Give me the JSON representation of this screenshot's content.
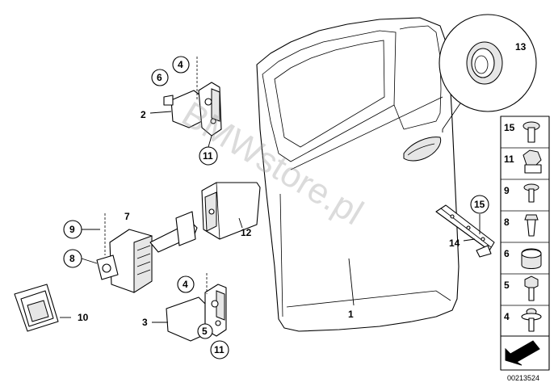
{
  "diagram": {
    "callouts": {
      "c1": "1",
      "c2": "2",
      "c3": "3",
      "c4a": "4",
      "c4b": "4",
      "c5": "5",
      "c6": "6",
      "c7": "7",
      "c8": "8",
      "c9": "9",
      "c10": "10",
      "c11a": "11",
      "c11b": "11",
      "c12": "12",
      "c13": "13",
      "c14": "14",
      "c15": "15"
    },
    "sidebar_items": [
      "15",
      "11",
      "9",
      "8",
      "6",
      "5",
      "4"
    ],
    "watermark": "BMWstore.pl",
    "document_number": "00213524"
  }
}
